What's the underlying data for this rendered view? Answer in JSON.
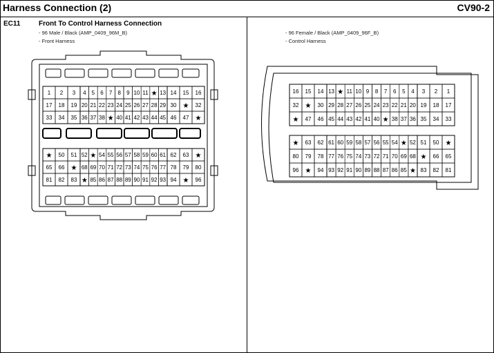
{
  "header": {
    "title": "Harness Connection (2)",
    "code": "CV90-2"
  },
  "connector": {
    "id": "EC11",
    "title": "Front To Control Harness Connection",
    "male": {
      "spec": "- 96 Male / Black (AMP_0409_96M_B)",
      "harness": "- Front Harness"
    },
    "female": {
      "spec": "- 96 Female / Black (AMP_0409_96F_B)",
      "harness": "- Control Harness"
    }
  },
  "empty_symbol": "★",
  "male_rows": [
    [
      "1",
      "2",
      "3",
      "4",
      "5",
      "6",
      "7",
      "8",
      "9",
      "10",
      "11",
      "★",
      "13",
      "14",
      "15",
      "16"
    ],
    [
      "17",
      "18",
      "19",
      "20",
      "21",
      "22",
      "23",
      "24",
      "25",
      "26",
      "27",
      "28",
      "29",
      "30",
      "★",
      "32"
    ],
    [
      "33",
      "34",
      "35",
      "36",
      "37",
      "38",
      "★",
      "40",
      "41",
      "42",
      "43",
      "44",
      "45",
      "46",
      "47",
      "★"
    ],
    [
      "★",
      "50",
      "51",
      "52",
      "★",
      "54",
      "55",
      "56",
      "57",
      "58",
      "59",
      "60",
      "61",
      "62",
      "63",
      "★"
    ],
    [
      "65",
      "66",
      "★",
      "68",
      "69",
      "70",
      "71",
      "72",
      "73",
      "74",
      "75",
      "76",
      "77",
      "78",
      "79",
      "80"
    ],
    [
      "81",
      "82",
      "83",
      "★",
      "85",
      "86",
      "87",
      "88",
      "89",
      "90",
      "91",
      "92",
      "93",
      "94",
      "★",
      "96"
    ]
  ],
  "female_rows": [
    [
      "16",
      "15",
      "14",
      "13",
      "★",
      "11",
      "10",
      "9",
      "8",
      "7",
      "6",
      "5",
      "4",
      "3",
      "2",
      "1"
    ],
    [
      "32",
      "★",
      "30",
      "29",
      "28",
      "27",
      "26",
      "25",
      "24",
      "23",
      "22",
      "21",
      "20",
      "19",
      "18",
      "17"
    ],
    [
      "★",
      "47",
      "46",
      "45",
      "44",
      "43",
      "42",
      "41",
      "40",
      "★",
      "38",
      "37",
      "36",
      "35",
      "34",
      "33"
    ],
    [
      "★",
      "63",
      "62",
      "61",
      "60",
      "59",
      "58",
      "57",
      "56",
      "55",
      "54",
      "★",
      "52",
      "51",
      "50",
      "★"
    ],
    [
      "80",
      "79",
      "78",
      "77",
      "76",
      "75",
      "74",
      "73",
      "72",
      "71",
      "70",
      "69",
      "68",
      "★",
      "66",
      "65"
    ],
    [
      "96",
      "★",
      "94",
      "93",
      "92",
      "91",
      "90",
      "89",
      "88",
      "87",
      "86",
      "85",
      "★",
      "83",
      "82",
      "81"
    ]
  ]
}
